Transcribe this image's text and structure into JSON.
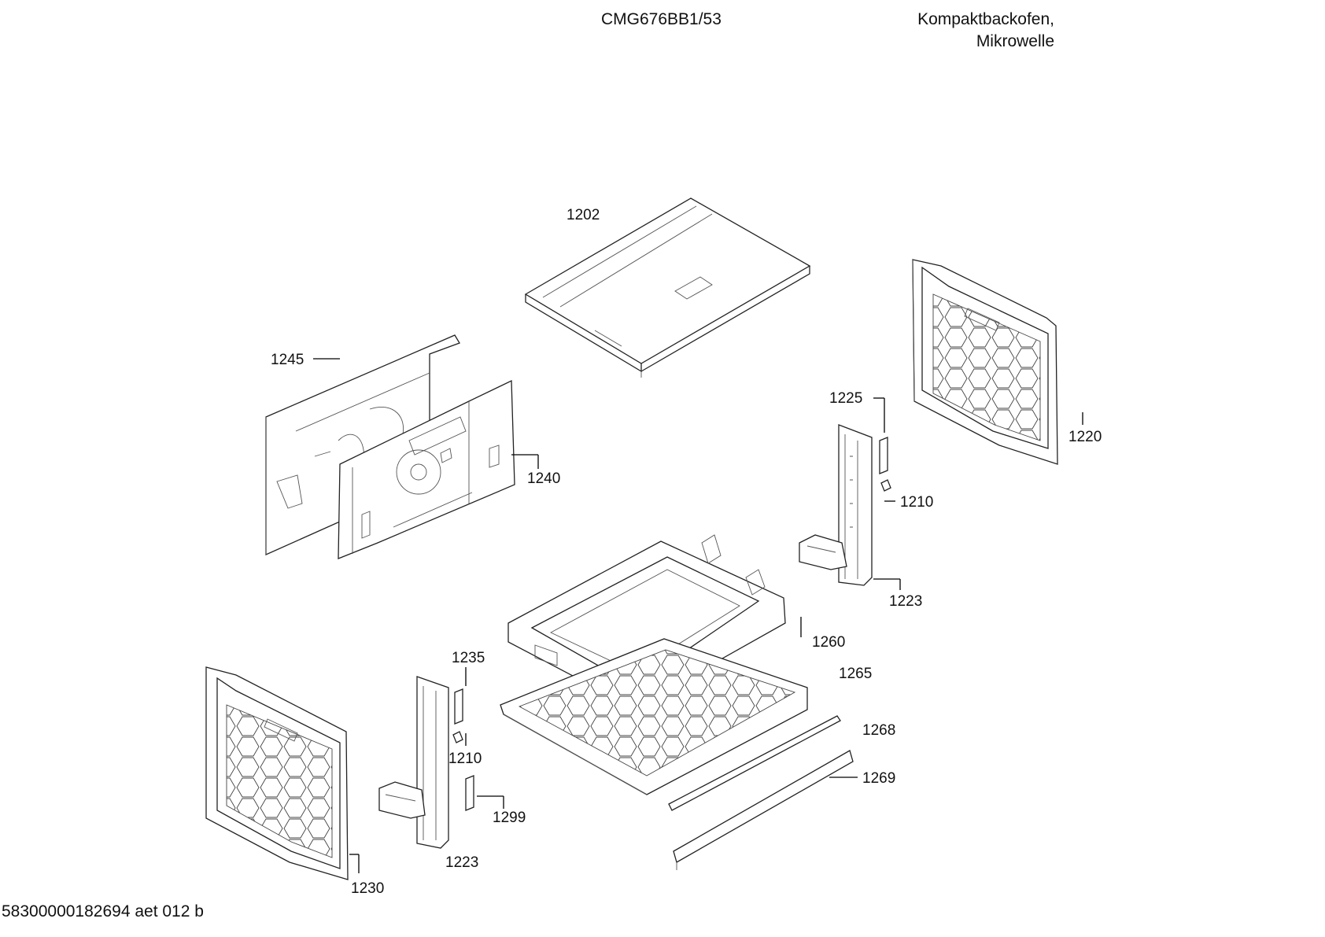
{
  "header": {
    "model": "CMG676BB1/53",
    "category_line1": "Kompaktbackofen,",
    "category_line2": "Mikrowelle"
  },
  "footer": {
    "document_id": "58300000182694 aet 012 b"
  },
  "part_labels": {
    "p1202": "1202",
    "p1245": "1245",
    "p1240": "1240",
    "p1225": "1225",
    "p1220": "1220",
    "p1210_right": "1210",
    "p1223_right": "1223",
    "p1260": "1260",
    "p1265": "1265",
    "p1235": "1235",
    "p1210_left": "1210",
    "p1268": "1268",
    "p1269": "1269",
    "p1299": "1299",
    "p1223_left": "1223",
    "p1230": "1230"
  }
}
